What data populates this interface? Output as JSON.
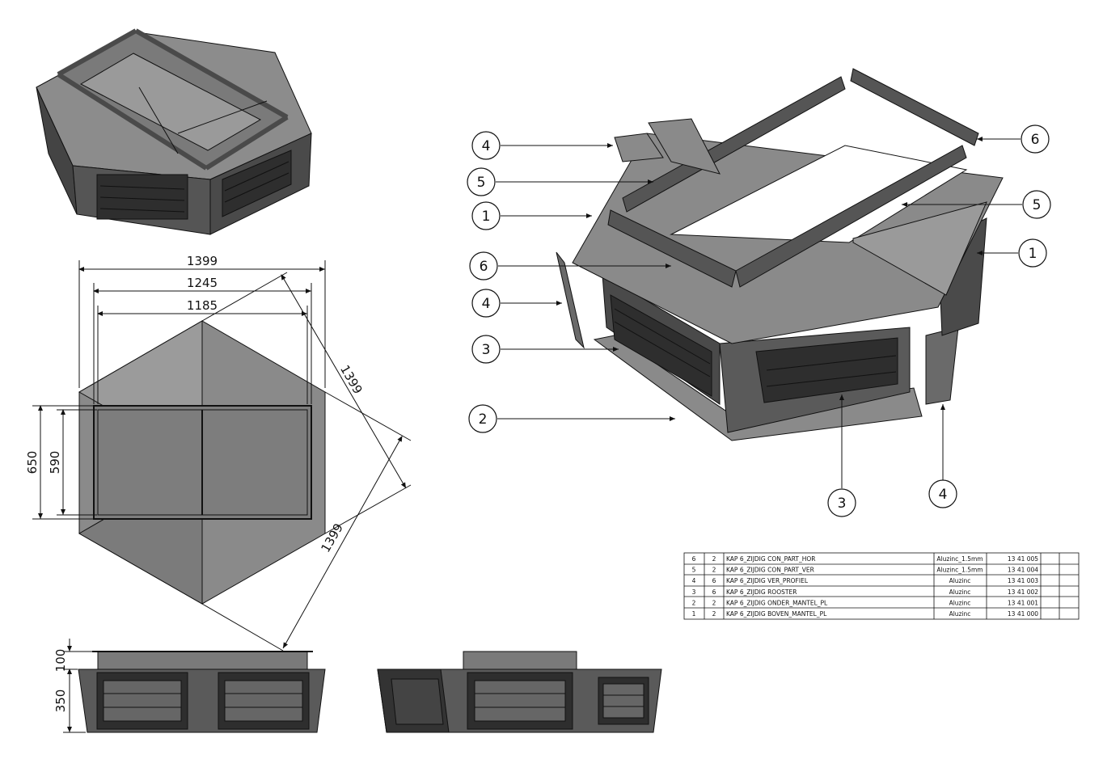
{
  "dimensions": {
    "width_outer": "1399",
    "width_mid": "1245",
    "width_inner": "1185",
    "diag_1": "1399",
    "diag_2": "1399",
    "height_outer": "650",
    "height_inner": "590",
    "top_height": "100",
    "body_height": "350"
  },
  "balloons": [
    {
      "id": "b-4-top",
      "label": "4"
    },
    {
      "id": "b-5-left",
      "label": "5"
    },
    {
      "id": "b-1-left",
      "label": "1"
    },
    {
      "id": "b-6-left",
      "label": "6"
    },
    {
      "id": "b-4-mid",
      "label": "4"
    },
    {
      "id": "b-3-left",
      "label": "3"
    },
    {
      "id": "b-2-left",
      "label": "2"
    },
    {
      "id": "b-6-right",
      "label": "6"
    },
    {
      "id": "b-5-right",
      "label": "5"
    },
    {
      "id": "b-1-right",
      "label": "1"
    },
    {
      "id": "b-3-bottom",
      "label": "3"
    },
    {
      "id": "b-4-bottom",
      "label": "4"
    }
  ],
  "parts_list": [
    {
      "pos": "6",
      "qty": "2",
      "name": "KAP 6_ZIJDIG CON_PART_HOR",
      "material": "Aluzinc_1.5mm",
      "number": "13 41 005"
    },
    {
      "pos": "5",
      "qty": "2",
      "name": "KAP 6_ZIJDIG CON_PART_VER",
      "material": "Aluzinc_1.5mm",
      "number": "13 41 004"
    },
    {
      "pos": "4",
      "qty": "6",
      "name": "KAP 6_ZIJDIG VER_PROFIEL",
      "material": "Aluzinc",
      "number": "13 41 003"
    },
    {
      "pos": "3",
      "qty": "6",
      "name": "KAP 6_ZIJDIG ROOSTER",
      "material": "Aluzinc",
      "number": "13 41 002"
    },
    {
      "pos": "2",
      "qty": "2",
      "name": "KAP 6_ZIJDIG ONDER_MANTEL_PL",
      "material": "Aluzinc",
      "number": "13 41 001"
    },
    {
      "pos": "1",
      "qty": "2",
      "name": "KAP 6_ZIJDIG BOVEN_MANTEL_PL",
      "material": "Aluzinc",
      "number": "13 41 000"
    }
  ],
  "colors": {
    "plate_top": "#8a8a8a",
    "plate_dark": "#3c3c3c",
    "plate_mid": "#5e5e5e",
    "line": "#111111"
  }
}
